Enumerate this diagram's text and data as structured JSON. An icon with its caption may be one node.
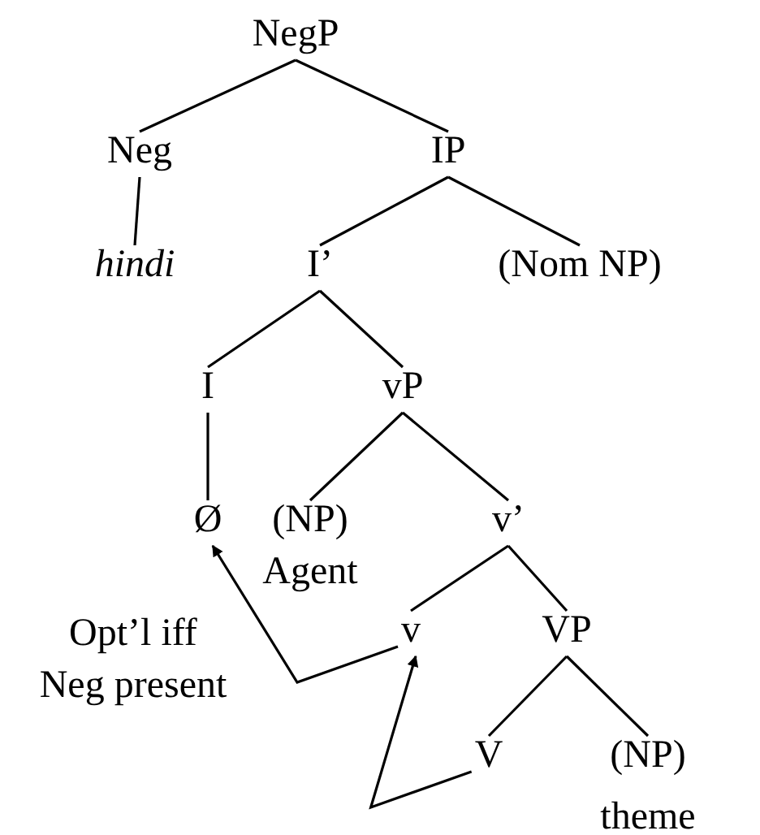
{
  "diagram": {
    "nodes": [
      {
        "text": [
          "NegP"
        ]
      },
      {
        "text": [
          "Neg"
        ]
      },
      {
        "text": [
          "IP"
        ]
      },
      {
        "text": [
          "*hindi*"
        ]
      },
      {
        "text": [
          "I’"
        ]
      },
      {
        "text": [
          "(Nom NP)"
        ]
      },
      {
        "text": [
          "I"
        ]
      },
      {
        "text": [
          "vP"
        ]
      },
      {
        "text": [
          "Ø"
        ]
      },
      {
        "text": [
          "(NP)",
          "Agent"
        ]
      },
      {
        "text": [
          "v’"
        ]
      },
      {
        "text": [
          "v"
        ]
      },
      {
        "text": [
          "VP"
        ]
      },
      {
        "text": [
          "V"
        ]
      },
      {
        "text": [
          "(NP)",
          "theme"
        ]
      }
    ],
    "edges": [
      {
        "from": 0,
        "to": 1,
        "arrow": "none"
      },
      {
        "from": 0,
        "to": 2,
        "arrow": "none"
      },
      {
        "from": 1,
        "to": 3,
        "arrow": "none"
      },
      {
        "from": 2,
        "to": 4,
        "arrow": "none"
      },
      {
        "from": 2,
        "to": 5,
        "arrow": "none"
      },
      {
        "from": 4,
        "to": 6,
        "arrow": "none"
      },
      {
        "from": 4,
        "to": 7,
        "arrow": "none"
      },
      {
        "from": 6,
        "to": 8,
        "arrow": "none"
      },
      {
        "from": 7,
        "to": 9,
        "arrow": "none"
      },
      {
        "from": 7,
        "to": 10,
        "arrow": "none"
      },
      {
        "from": 10,
        "to": 11,
        "arrow": "none"
      },
      {
        "from": 10,
        "to": 12,
        "arrow": "none"
      },
      {
        "from": 12,
        "to": 13,
        "arrow": "none"
      },
      {
        "from": 12,
        "to": 14,
        "arrow": "none"
      },
      {
        "from": 11,
        "to": 8,
        "arrow": "to"
      },
      {
        "from": 13,
        "to": 11,
        "arrow": "to"
      }
    ],
    "labels": [
      "Opt’l iff Neg present"
    ]
  }
}
